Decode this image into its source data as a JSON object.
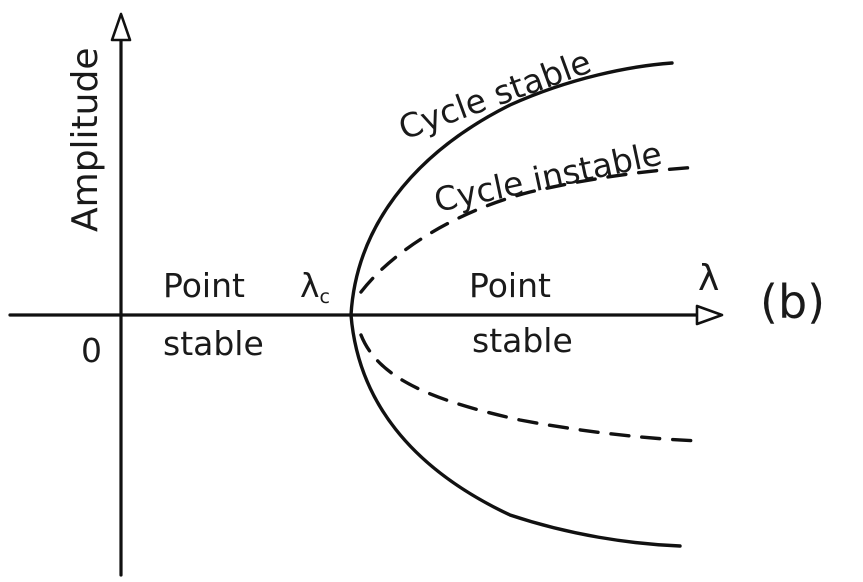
{
  "axes": {
    "y_label": "Amplitude",
    "x_label": "λ",
    "origin": "0"
  },
  "labels": {
    "critical_main": "λ",
    "critical_sub": "c",
    "left_region_line1": "Point",
    "left_region_line2": "stable",
    "right_region_line1": "Point",
    "right_region_line2": "stable",
    "upper_stable": "Cycle stable",
    "upper_unstable": "Cycle instable",
    "panel": "(b)"
  },
  "colors": {
    "ink": "#111111",
    "background": "#ffffff"
  }
}
